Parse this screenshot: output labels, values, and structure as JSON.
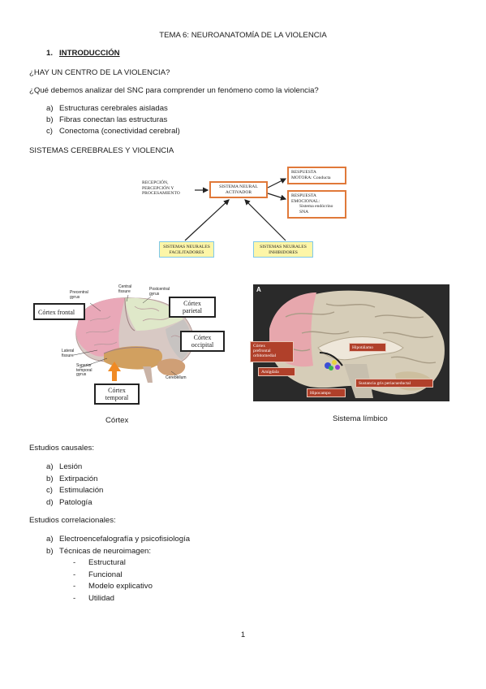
{
  "title": "TEMA 6: NEUROANATOMÍA DE LA VIOLENCIA",
  "section1": {
    "number": "1.",
    "heading": "INTRODUCCIÓN"
  },
  "question1": "¿HAY UN CENTRO DE LA VIOLENCIA?",
  "question2": "¿Qué debemos analizar del SNC para comprender un fenómeno como la violencia?",
  "list1": [
    {
      "marker": "a)",
      "text": "Estructuras cerebrales aisladas"
    },
    {
      "marker": "b)",
      "text": "Fibras conectan las estructuras"
    },
    {
      "marker": "c)",
      "text": "Conectoma (conectividad cerebral)"
    }
  ],
  "systems_heading": "SISTEMAS CEREBRALES Y VIOLENCIA",
  "diagram": {
    "reception": [
      "RECEPCIÓN,",
      "PERCEPCIÓN Y",
      "PROCESAMIENTO"
    ],
    "activator": [
      "SISTEMA NEURAL",
      "ACTIVADOR"
    ],
    "motor": [
      "RESPUESTA",
      "MOTORA: Conducta"
    ],
    "emotional": [
      "RESPUESTA",
      "EMOCIONAL:",
      "Sistema endócrino",
      "SNA"
    ],
    "facilitators": [
      "SISTEMAS NEURALES",
      "FACILITADORES"
    ],
    "inhibitors": [
      "SISTEMAS NEURALES",
      "INHIBIDORES"
    ]
  },
  "cortex_figure": {
    "labels": {
      "frontal": "Córtex frontal",
      "parietal": [
        "Córtex",
        "parietal"
      ],
      "occipital": [
        "Córtex",
        "occipital"
      ],
      "temporal": [
        "Córtex",
        "temporal"
      ]
    },
    "small_labels": {
      "precentral": [
        "Precentral",
        "gyrus"
      ],
      "central": [
        "Central",
        "fissure"
      ],
      "postcentral": [
        "Postcentral",
        "gyrus"
      ],
      "lateral": [
        "Lateral",
        "fissure"
      ],
      "superior_temporal": [
        "Superior",
        "temporal",
        "gyrus"
      ],
      "cerebellum": "Cerebellum"
    },
    "caption": "Córtex"
  },
  "limbic_figure": {
    "panel_letter": "A",
    "labels": {
      "prefrontal": [
        "Córtex",
        "prefrontal",
        "orbitomedial"
      ],
      "hypothalamus": "Hipotálamo",
      "amygdala": "Amígdala",
      "pag": "Sustancia gris periacueductal",
      "hippocampus": "Hipocampo"
    },
    "caption": "Sistema límbico"
  },
  "causal_heading": "Estudios causales:",
  "list2": [
    {
      "marker": "a)",
      "text": "Lesión"
    },
    {
      "marker": "b)",
      "text": "Extirpación"
    },
    {
      "marker": "c)",
      "text": "Estimulación"
    },
    {
      "marker": "d)",
      "text": "Patología"
    }
  ],
  "correlational_heading": "Estudios correlacionales:",
  "list3": [
    {
      "marker": "a)",
      "text": "Electroencefalografía y psicofisiología"
    },
    {
      "marker": "b)",
      "text": "Técnicas de neuroimagen:"
    }
  ],
  "sublist": [
    {
      "marker": "-",
      "text": "Estructural"
    },
    {
      "marker": "-",
      "text": "Funcional"
    },
    {
      "marker": "-",
      "text": "Modelo explicativo"
    },
    {
      "marker": "-",
      "text": "Utilidad"
    }
  ],
  "page_number": "1",
  "colors": {
    "orange_border": "#e0793a",
    "yellow_fill": "#fdf6a8",
    "blue_border": "#7ec8ea",
    "red_label": "#b0402a"
  }
}
